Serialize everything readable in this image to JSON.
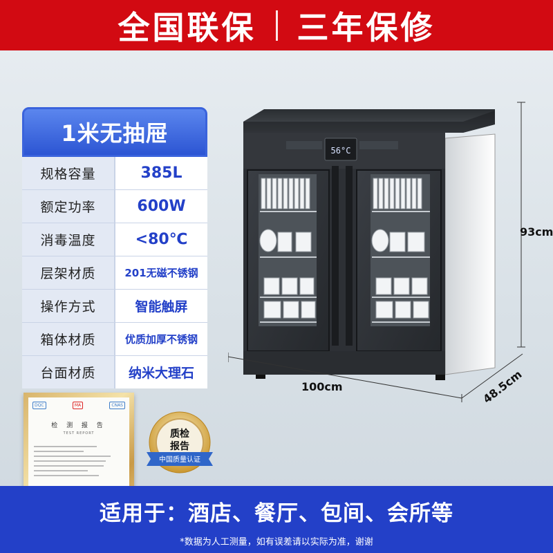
{
  "banner": {
    "left": "全国联保",
    "right": "三年保修"
  },
  "spec": {
    "header": "1米无抽屉",
    "rows": [
      {
        "label": "规格容量",
        "value": "385L"
      },
      {
        "label": "额定功率",
        "value": "600W"
      },
      {
        "label": "消毒温度",
        "value": "<80℃"
      },
      {
        "label": "层架材质",
        "value": "201无磁不锈钢"
      },
      {
        "label": "操作方式",
        "value": "智能触屏"
      },
      {
        "label": "箱体材质",
        "value": "优质加厚不锈钢"
      },
      {
        "label": "台面材质",
        "value": "纳米大理石"
      }
    ]
  },
  "dimensions": {
    "height": "93cm",
    "width": "100cm",
    "depth": "48.5cm"
  },
  "cabinet_display": {
    "screen": "56°C"
  },
  "certificate": {
    "title": "检 测 报 告",
    "subtitle": "TEST REPORT",
    "logos": [
      "DQC",
      "MA",
      "CNAS"
    ]
  },
  "badge": {
    "line1": "质检",
    "line2": "报告",
    "ribbon": "中国质量认证"
  },
  "bottom": {
    "suitable": "适用于：酒店、餐厅、包间、会所等",
    "note": "*数据为人工测量，如有误差请以实际为准，谢谢"
  },
  "colors": {
    "banner_red": "#d20a12",
    "accent_blue": "#2340c8",
    "header_blue": "#3a63dc"
  }
}
